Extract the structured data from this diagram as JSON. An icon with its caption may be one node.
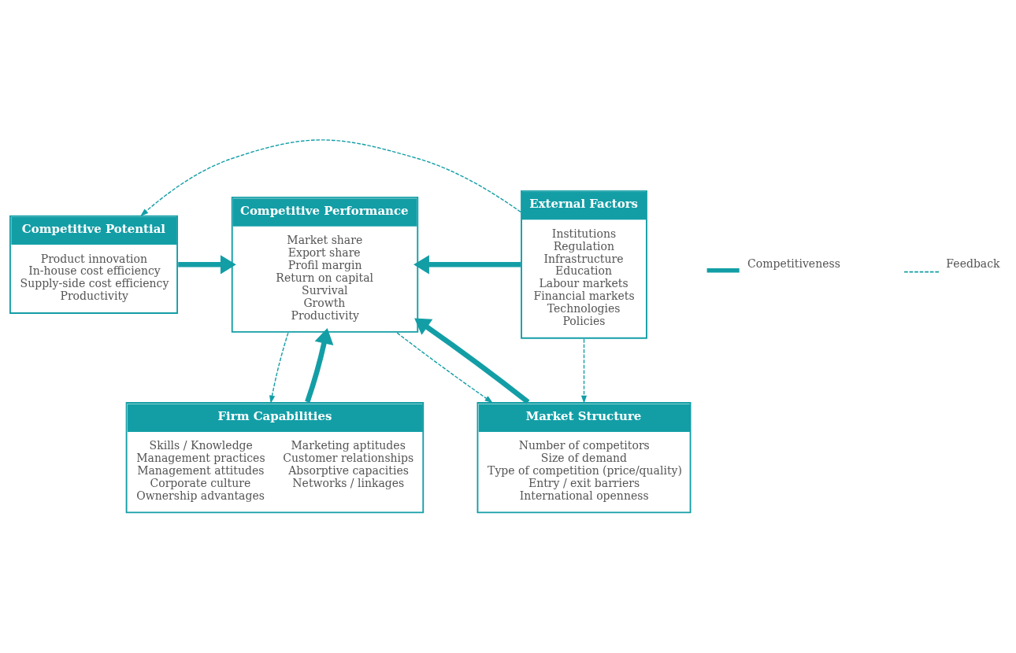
{
  "diagram": {
    "nodes": [
      {
        "text": [
          "Competitive Potential",
          "Product innovation",
          "In-house cost efficiency",
          "Supply-side cost efficiency",
          "Productivity"
        ]
      },
      {
        "text": [
          "Competitive Performance",
          "Market share",
          "Export share",
          "Profil margin",
          "Return on capital",
          "Survival",
          "Growth",
          "Productivity"
        ]
      },
      {
        "text": [
          "External Factors",
          "Institutions",
          "Regulation",
          "Infrastructure",
          "Education",
          "Labour markets",
          "Financial markets",
          "Technologies",
          "Policies"
        ]
      },
      {
        "text": [
          "Firm Capabilities",
          "Skills / Knowledge",
          "Management practices",
          "Management attitudes",
          "Corporate culture",
          "Ownership advantages",
          "Marketing aptitudes",
          "Customer relationships",
          "Absorptive capacities",
          "Networks / linkages"
        ]
      },
      {
        "text": [
          "Market Structure",
          "Number of competitors",
          "Size of demand",
          "Type of competition (price/quality)",
          "Entry / exit barriers",
          "International openness"
        ]
      }
    ],
    "edges": [
      {
        "from": 0,
        "to": 1,
        "arrow": "to",
        "style": "thick"
      },
      {
        "from": 2,
        "to": 1,
        "arrow": "to",
        "style": "thick"
      },
      {
        "from": 3,
        "to": 1,
        "arrow": "to",
        "style": "thick"
      },
      {
        "from": 4,
        "to": 1,
        "arrow": "to",
        "style": "thick"
      },
      {
        "from": 2,
        "to": 0,
        "arrow": "to",
        "style": "dashed"
      },
      {
        "from": 1,
        "to": 3,
        "arrow": "to",
        "style": "dashed"
      },
      {
        "from": 1,
        "to": 4,
        "arrow": "to",
        "style": "dashed"
      },
      {
        "from": 2,
        "to": 4,
        "arrow": "to",
        "style": "dashed"
      }
    ],
    "legend": [
      {
        "text": "Competitiveness"
      },
      {
        "text": "Feedback"
      }
    ]
  }
}
